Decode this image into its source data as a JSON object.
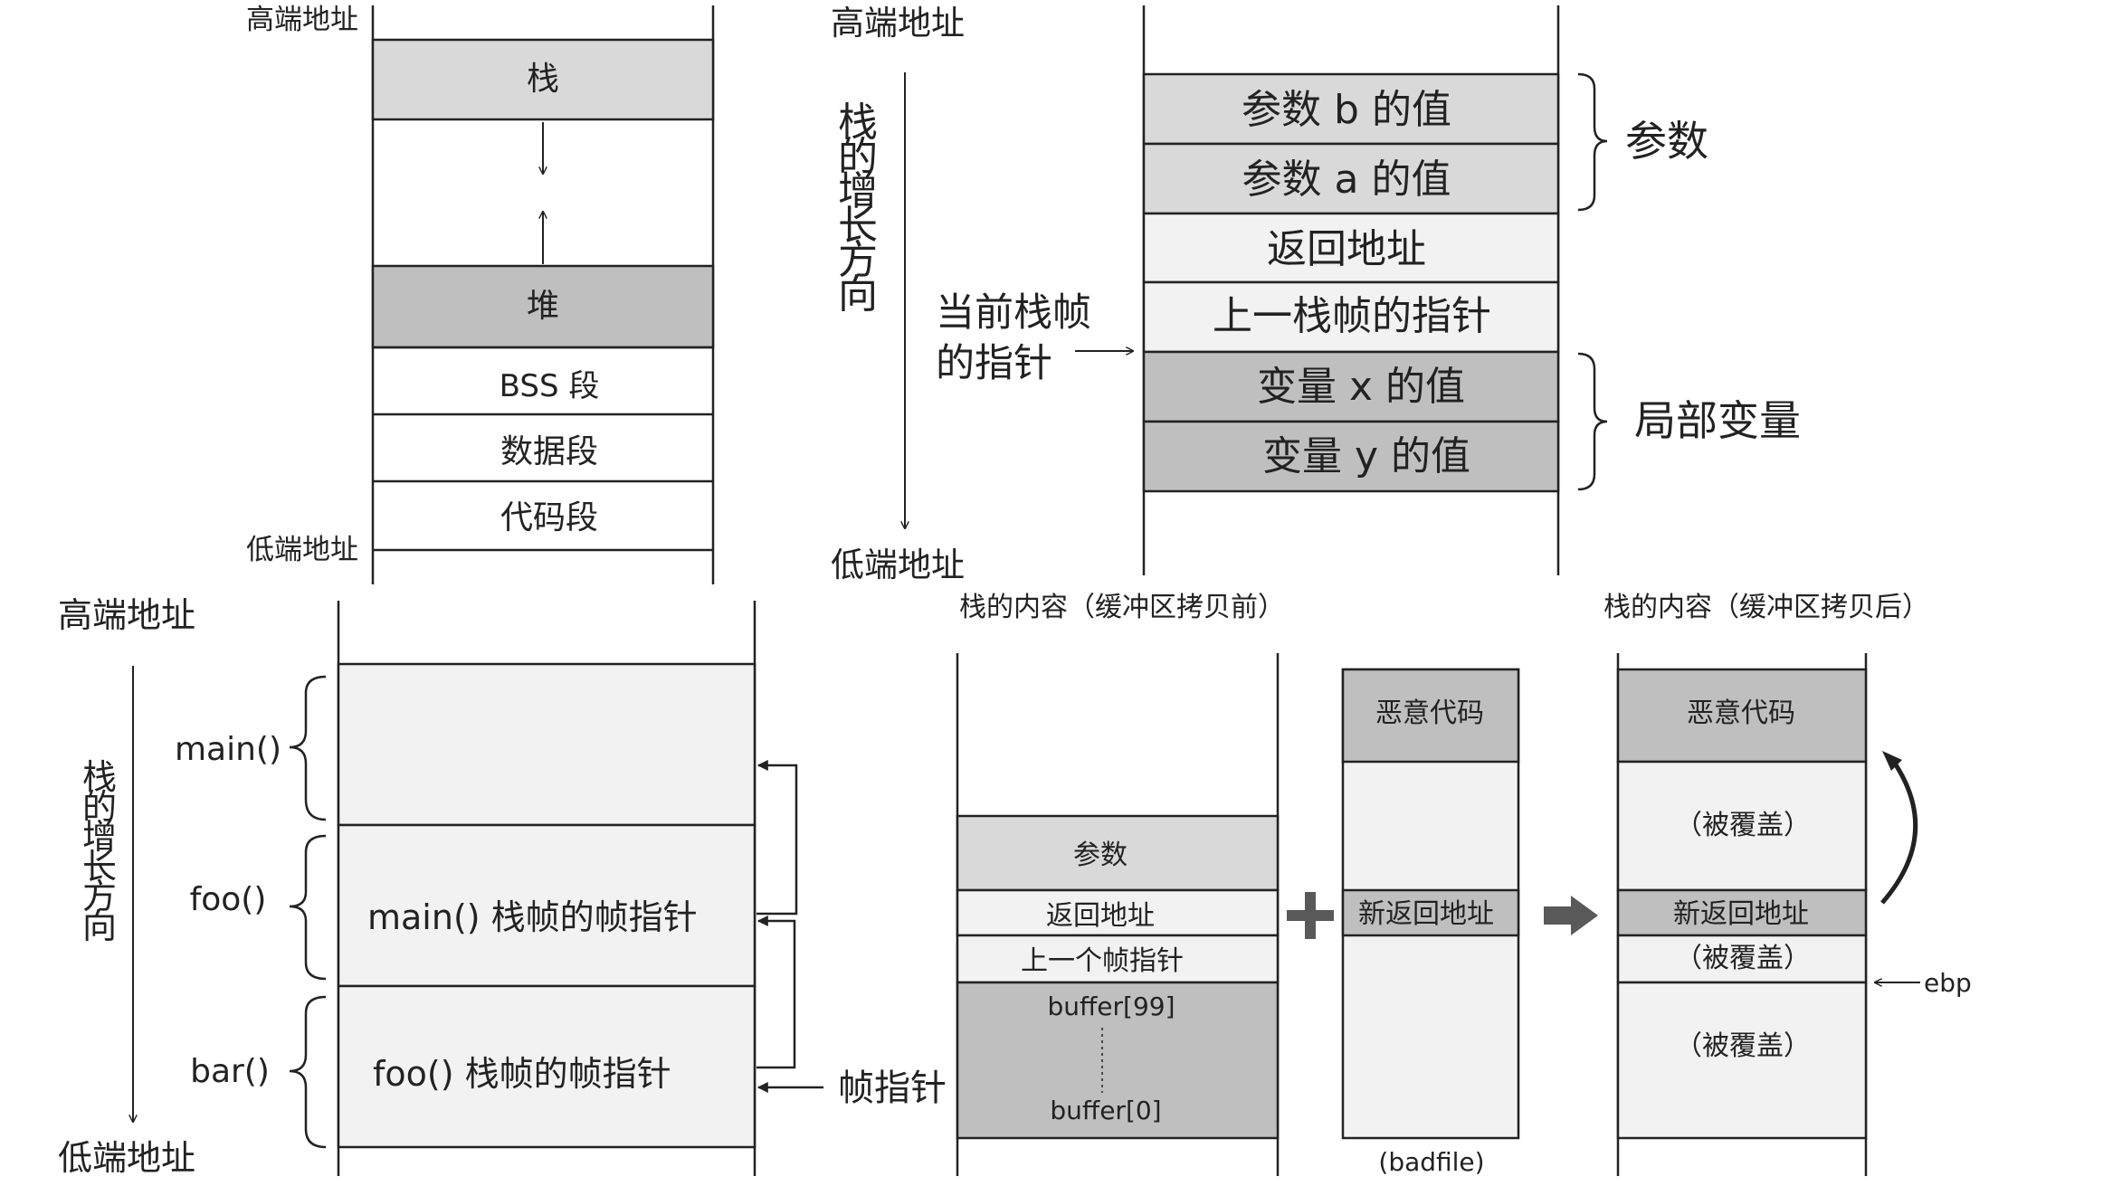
{
  "colors": {
    "line": "#222222",
    "text": "#222222",
    "light": "#f2f2f2",
    "medium": "#d9d9d9",
    "dark": "#bfbfbf",
    "arrow_fill": "#595959"
  },
  "memory_layout": {
    "high_label": "高端地址",
    "low_label": "低端地址",
    "segments": {
      "stack": "栈",
      "heap": "堆",
      "bss": "BSS 段",
      "data": "数据段",
      "code": "代码段"
    }
  },
  "stack_frame": {
    "high_label": "高端地址",
    "low_label": "低端地址",
    "growth_label": "栈的增长方向",
    "fp_label_line1": "当前栈帧",
    "fp_label_line2": "的指针",
    "cells": {
      "param_b": "参数 b 的值",
      "param_a": "参数 a 的值",
      "return_addr": "返回地址",
      "prev_fp": "上一栈帧的指针",
      "var_x": "变量 x 的值",
      "var_y": "变量 y 的值"
    },
    "brace_params": "参数",
    "brace_locals": "局部变量"
  },
  "call_chain": {
    "high_label": "高端地址",
    "low_label": "低端地址",
    "growth_label": "栈的增长方向",
    "functions": {
      "main": "main()",
      "foo": "foo()",
      "bar": "bar()"
    },
    "cells": {
      "main_fp": "main() 栈帧的帧指针",
      "foo_fp": "foo() 栈帧的帧指针"
    },
    "fp_label": "帧指针"
  },
  "overflow": {
    "before_title": "栈的内容（缓冲区拷贝前）",
    "after_title": "栈的内容（缓冲区拷贝后）",
    "before_cells": {
      "params": "参数",
      "return_addr": "返回地址",
      "prev_fp": "上一个帧指针",
      "buf_top": "buffer[99]",
      "buf_bottom": "buffer[0]"
    },
    "badfile_cells": {
      "malicious": "恶意代码",
      "new_return": "新返回地址"
    },
    "badfile_label": "(badfile)",
    "after_cells": {
      "malicious": "恶意代码",
      "overwritten1": "（被覆盖）",
      "new_return": "新返回地址",
      "overwritten2": "（被覆盖）",
      "overwritten3": "（被覆盖）"
    },
    "ebp_label": "ebp",
    "plus_symbol": "+"
  }
}
